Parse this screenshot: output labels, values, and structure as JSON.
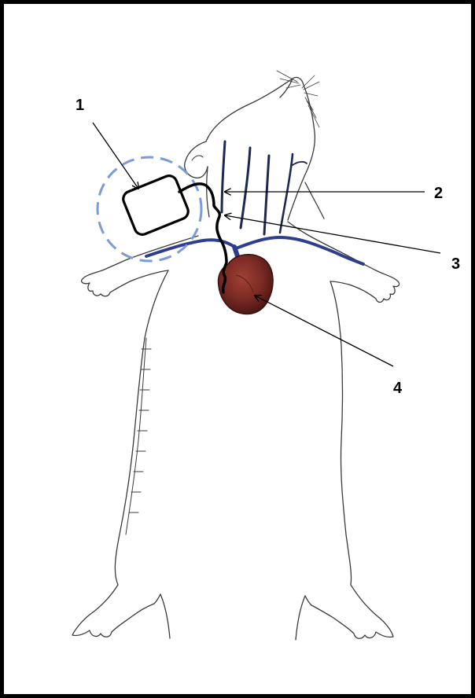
{
  "labels": {
    "l1": "1",
    "l2": "2",
    "l3": "3",
    "l4": "4"
  },
  "colors": {
    "border": "#000000",
    "outline": "#3a3a3a",
    "vessel": "#2f3e8c",
    "heart": "#7a2a24",
    "dashed_circle": "#7b9bd6",
    "device": "#000000",
    "catheter": "#000000"
  }
}
